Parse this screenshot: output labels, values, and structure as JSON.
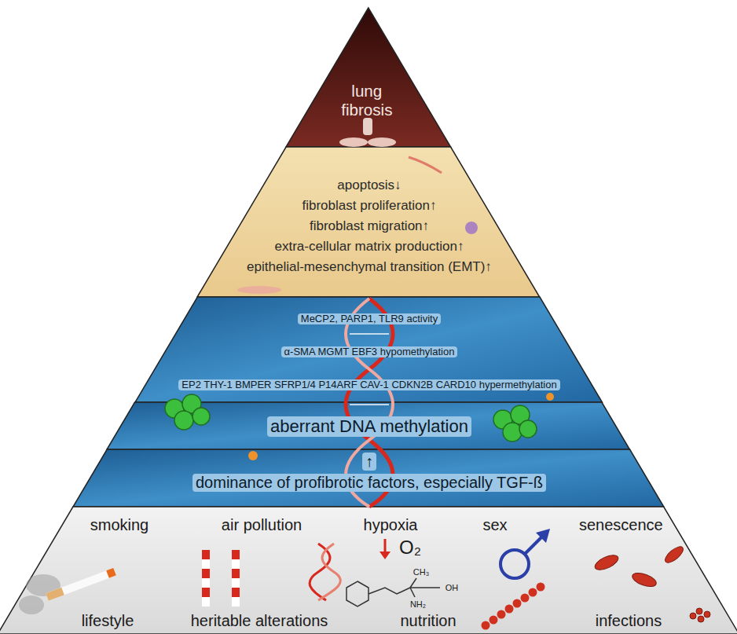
{
  "diagram": {
    "nodes": [
      {
        "text": [
          "lung fibrosis"
        ]
      },
      {
        "text": [
          "apoptosis↓",
          "fibroblast proliferation↑",
          "fibroblast migration↑",
          "extra-cellular matrix production↑",
          "epithelial-mesenchymal transition (EMT)↑"
        ]
      },
      {
        "text": [
          "MeCP2, PARP1, TLR9 activity",
          "α-SMA MGMT EBF3 hypomethylation",
          "EP2 THY-1 BMPER SFRP1/4 P14ARF CAV-1 CDKN2B CARD10 hypermethylation"
        ]
      },
      {
        "text": [
          "aberrant DNA methylation"
        ]
      },
      {
        "text": [
          "↑",
          "dominance of profibrotic factors, especially TGF-ß"
        ]
      },
      {
        "text": [
          "smoking",
          "air pollution",
          "hypoxia",
          "sex",
          "senescence",
          "lifestyle",
          "heritable alterations",
          "nutrition",
          "infections"
        ]
      }
    ],
    "labels": [
      "O₂",
      "CH₃",
      "NH₂",
      "OH"
    ]
  }
}
